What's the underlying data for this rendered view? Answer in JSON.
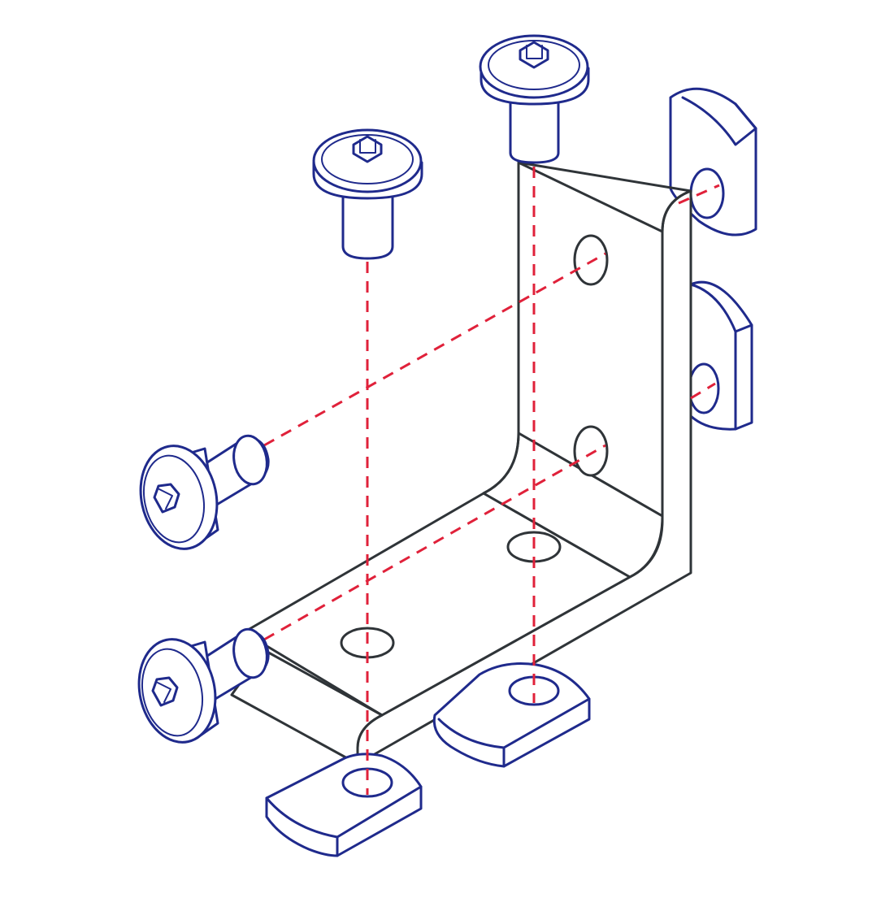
{
  "figure": {
    "subject": "angle-bracket-exploded-assembly",
    "colors": {
      "bracket_outline": "#2f3438",
      "hardware_outline": "#1f2a8c",
      "assembly_axis": "#e0213a",
      "background": "#ffffff"
    },
    "parts": {
      "bracket": {
        "count": 1,
        "holes": 4
      },
      "button_head_screws": {
        "count": 4,
        "drive": "hex-socket-icon"
      },
      "slot_nuts": {
        "count": 4
      }
    }
  }
}
